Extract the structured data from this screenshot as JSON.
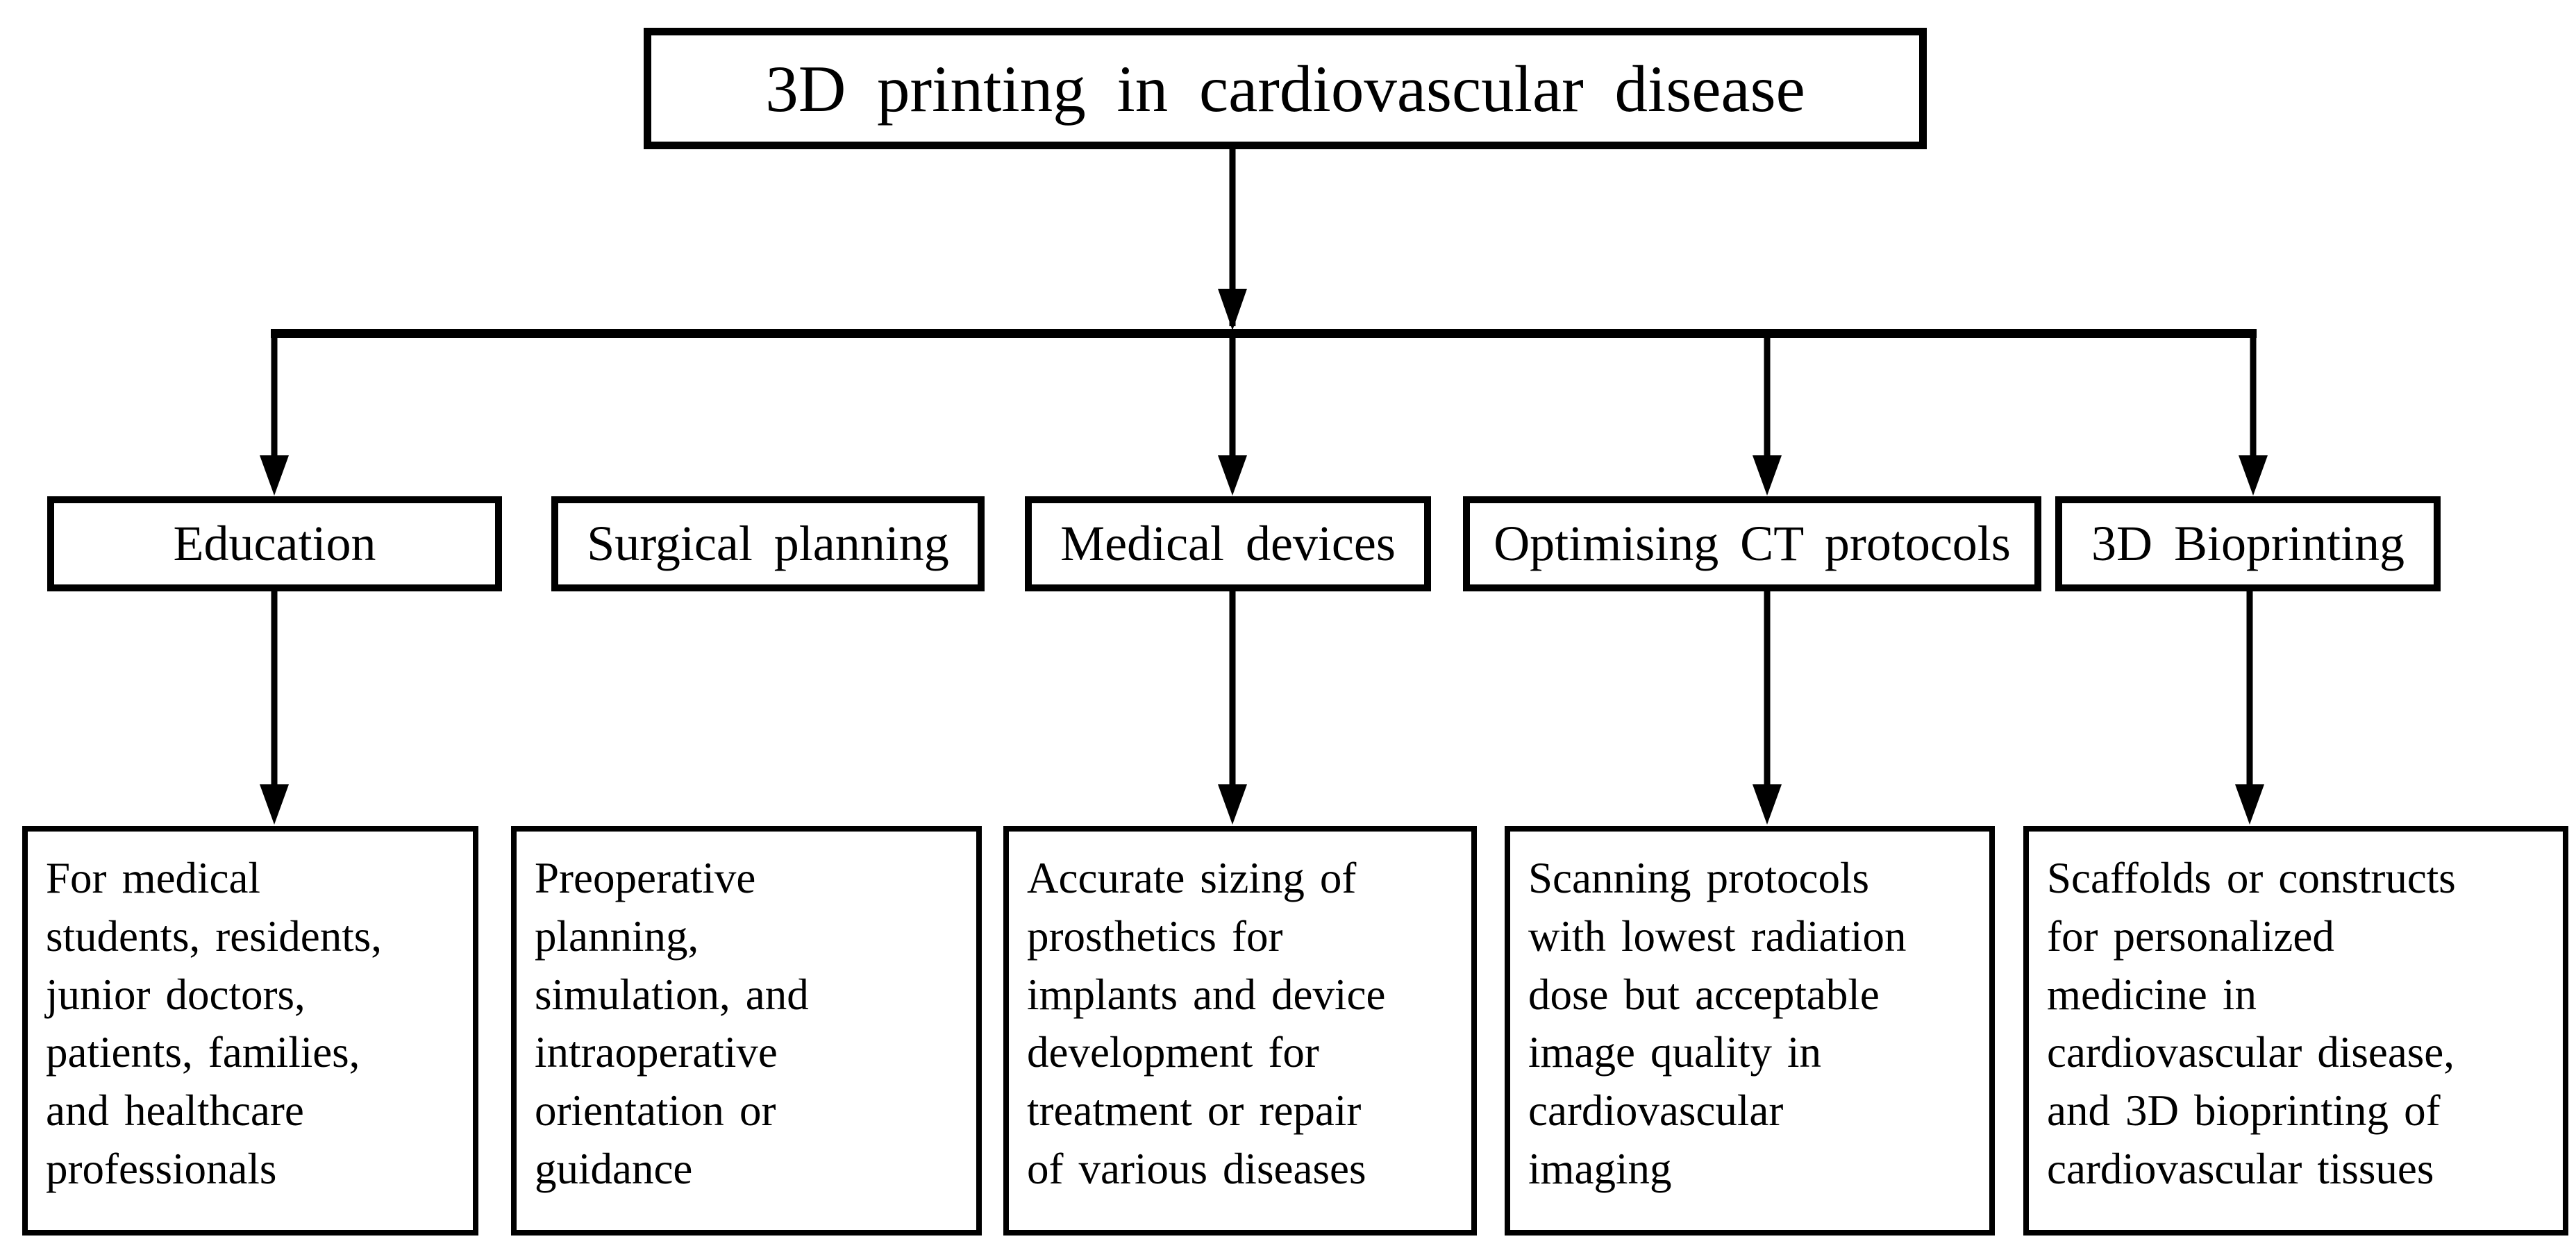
{
  "diagram": {
    "title": "3D printing in cardiovascular disease",
    "colors": {
      "line": "#000000",
      "text": "#000000",
      "background": "#ffffff"
    },
    "branches": [
      {
        "label": "Education",
        "description": "For medical\nstudents, residents,\njunior doctors,\npatients, families,\nand healthcare\nprofessionals"
      },
      {
        "label": "Surgical planning",
        "description": "Preoperative\nplanning,\nsimulation, and\nintraoperative\norientation or\nguidance"
      },
      {
        "label": "Medical devices",
        "description": "Accurate sizing of\nprosthetics for\nimplants and device\ndevelopment for\ntreatment or repair\nof various diseases"
      },
      {
        "label": "Optimising CT protocols",
        "description": "Scanning protocols\nwith lowest radiation\ndose but acceptable\nimage quality in\ncardiovascular\nimaging"
      },
      {
        "label": "3D Bioprinting",
        "description": "Scaffolds or constructs\nfor personalized\nmedicine in\ncardiovascular disease,\nand 3D bioprinting of\ncardiovascular tissues"
      }
    ]
  }
}
